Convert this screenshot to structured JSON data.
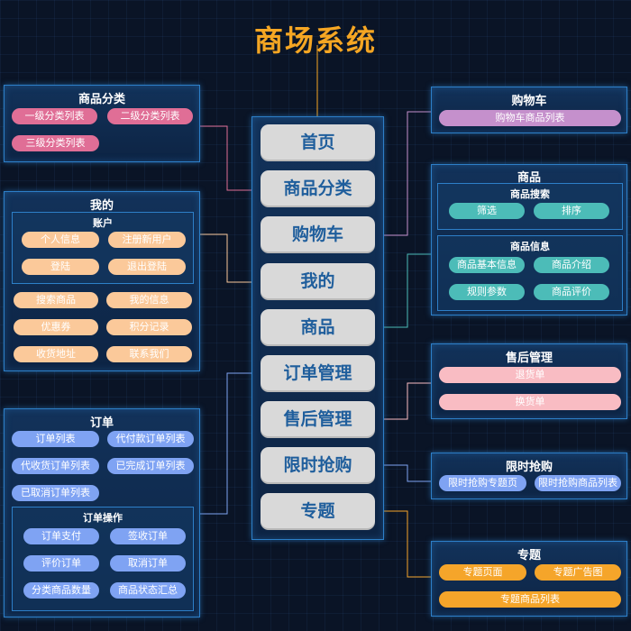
{
  "title": "商场系统",
  "nav": [
    "首页",
    "商品分类",
    "购物车",
    "我的",
    "商品",
    "订单管理",
    "售后管理",
    "限时抢购",
    "专题"
  ],
  "category": {
    "title": "商品分类",
    "items": [
      "一级分类列表",
      "二级分类列表",
      "三级分类列表"
    ]
  },
  "mine": {
    "title": "我的",
    "account": {
      "title": "账户",
      "items": [
        "个人信息",
        "注册新用户",
        "登陆",
        "退出登陆"
      ]
    },
    "items": [
      "搜索商品",
      "我的信息",
      "优惠券",
      "积分记录",
      "收货地址",
      "联系我们"
    ]
  },
  "orders": {
    "title": "订单",
    "items": [
      "订单列表",
      "代付款订单列表",
      "代收货订单列表",
      "已完成订单列表",
      "已取消订单列表"
    ],
    "ops": {
      "title": "订单操作",
      "items": [
        "订单支付",
        "签收订单",
        "评价订单",
        "取消订单",
        "分类商品数量",
        "商品状态汇总"
      ]
    }
  },
  "cart": {
    "title": "购物车",
    "items": [
      "购物车商品列表"
    ]
  },
  "goods": {
    "title": "商品",
    "search": {
      "title": "商品搜索",
      "items": [
        "筛选",
        "排序"
      ]
    },
    "info": {
      "title": "商品信息",
      "items": [
        "商品基本信息",
        "商品介绍",
        "规则参数",
        "商品评价"
      ]
    }
  },
  "aftersale": {
    "title": "售后管理",
    "items": [
      "退货单",
      "换货单"
    ]
  },
  "flash": {
    "title": "限时抢购",
    "items": [
      "限时抢购专题页",
      "限时抢购商品列表"
    ]
  },
  "topic": {
    "title": "专题",
    "items": [
      "专题页面",
      "专题广告图",
      "专题商品列表"
    ]
  },
  "colors": {
    "title": "#f5a623",
    "panel_border": "#2d7fc8",
    "nav_text": "#1f5e9c"
  }
}
